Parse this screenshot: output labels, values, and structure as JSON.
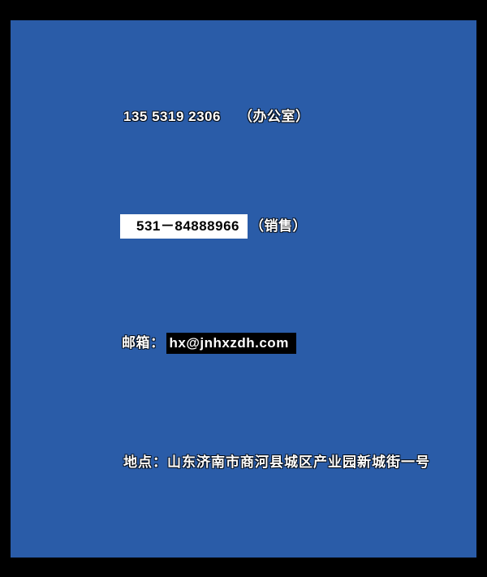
{
  "page": {
    "colors": {
      "frame": "#000000",
      "background": "#2A5CA8",
      "text": "#FFFFFF",
      "phone_highlight_bg": "#FFFFFF",
      "phone_highlight_text": "#000000",
      "email_highlight_bg": "#000000",
      "email_highlight_text": "#FFFFFF"
    }
  },
  "contact": {
    "office_phone": {
      "number": "135 5319 2306",
      "label": "（办公室）"
    },
    "sales_phone": {
      "number": "531－84888966",
      "label": "（销售）"
    },
    "email": {
      "prefix": "邮箱：",
      "address": "hx@jnhxzdh.com"
    },
    "address": {
      "text": "地点：山东济南市商河县城区产业园新城街一号"
    }
  }
}
